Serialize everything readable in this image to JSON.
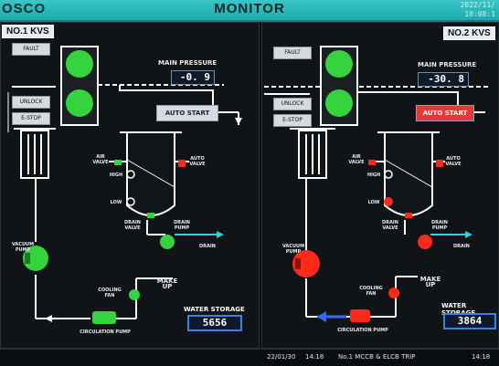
{
  "header": {
    "brand": "OSCO",
    "title": "MONITOR",
    "date": "2022/11/",
    "time": "10:08:1"
  },
  "panels": [
    {
      "title": "NO.1 KVS",
      "buttons": {
        "fault": "FAULT",
        "unlock": "UNLOCK",
        "estop": "E-STOP"
      },
      "pressure": {
        "label": "MAIN PRESSURE",
        "value": "-0. 9"
      },
      "auto_start": "AUTO START",
      "auto_start_color": "#d6dbe3",
      "labels": {
        "air_valve": "AIR VALVE",
        "auto_valve": "AUTO VALVE",
        "high": "HIGH",
        "low": "LOW",
        "drain_valve": "DRAIN VALVE",
        "drain_pump": "DRAIN PUMP",
        "drain": "DRAIN",
        "vacuum_pump": "VACUUM PUMP",
        "make_up": "MAKE UP",
        "cooling_fan": "COOLING FAN",
        "circulation_pump": "CIRCULATION PUMP"
      },
      "water_storage": {
        "label": "WATER STORAGE",
        "value": "5656"
      },
      "status_color": "#35d33d"
    },
    {
      "title": "NO.2 KVS",
      "buttons": {
        "fault": "FAULT",
        "unlock": "UNLOCK",
        "estop": "E-STOP"
      },
      "pressure": {
        "label": "MAIN PRESSURE",
        "value": "-30. 8"
      },
      "auto_start": "AUTO START",
      "auto_start_color": "#e23a3a",
      "labels": {
        "air_valve": "AIR VALVE",
        "auto_valve": "AUTO VALVE",
        "high": "HIGH",
        "low": "LOW",
        "drain_valve": "DRAIN VALVE",
        "drain_pump": "DRAIN PUMP",
        "drain": "DRAIN",
        "vacuum_pump": "VACUUM PUMP",
        "make_up": "MAKE UP",
        "cooling_fan": "COOLING FAN",
        "circulation_pump": "CIRCULATION PUMP"
      },
      "water_storage": {
        "label": "WATER STORAGE",
        "value": "3864"
      },
      "status_color": "#ff2a1a"
    }
  ],
  "statusbar": {
    "date": "22/01/30",
    "time": "14:18",
    "message": "No.1 MCCB & ELCB TRIP",
    "time_right": "14:18"
  },
  "colors": {
    "green": "#35d33d",
    "red": "#ff2a1a",
    "cyan": "#34d0d8",
    "blue": "#2f6bff"
  }
}
